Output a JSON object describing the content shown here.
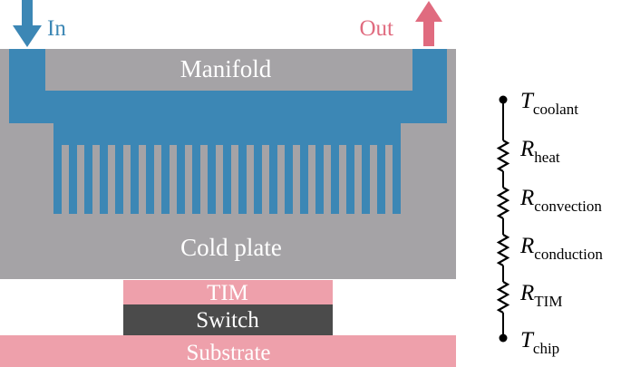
{
  "labels": {
    "inlet": "In",
    "outlet": "Out",
    "manifold": "Manifold",
    "cold_plate": "Cold plate",
    "tim": "TIM",
    "switch": "Switch",
    "substrate": "Substrate"
  },
  "resistor_network": {
    "nodes": [
      {
        "symbol": "T",
        "subscript": "coolant"
      },
      {
        "symbol": "T",
        "subscript": "chip"
      }
    ],
    "resistors": [
      {
        "symbol": "R",
        "subscript": "heat"
      },
      {
        "symbol": "R",
        "subscript": "convection"
      },
      {
        "symbol": "R",
        "subscript": "conduction"
      },
      {
        "symbol": "R",
        "subscript": "TIM"
      }
    ]
  },
  "colors": {
    "coolant": "#3c87b5",
    "housing": "#a5a3a6",
    "pink_layer": "#eea0ab",
    "switch": "#4b4b4b",
    "outlet_arrow": "#e06b7f",
    "inlet_text": "#3c87b5",
    "outlet_text": "#e06b7f",
    "white_text": "#ffffff",
    "circuit": "#000000"
  },
  "icons": {
    "inlet_arrow": "arrow-down-icon",
    "outlet_arrow": "arrow-up-icon"
  }
}
